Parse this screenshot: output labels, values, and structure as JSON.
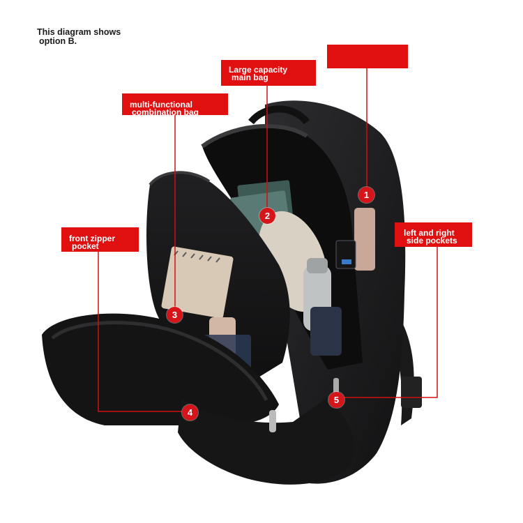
{
  "note": {
    "line1": "This diagram shows",
    "line2": "option B."
  },
  "labels": {
    "top_right": "",
    "main_bag": {
      "line1": "Large capacity",
      "line2": "main bag"
    },
    "combination_bag": {
      "line1": "multi-functional",
      "line2": "combination bag"
    },
    "front_pocket": {
      "line1": "front zipper",
      "line2": "pocket"
    },
    "side_pockets": {
      "line1": "left and right",
      "line2": "side pockets"
    }
  },
  "markers": [
    "1",
    "2",
    "3",
    "4",
    "5"
  ],
  "colors": {
    "label_bg": "#e01010",
    "marker": "#d5151a",
    "leader_line": "#d01010",
    "bag": "#1c1c1e"
  }
}
